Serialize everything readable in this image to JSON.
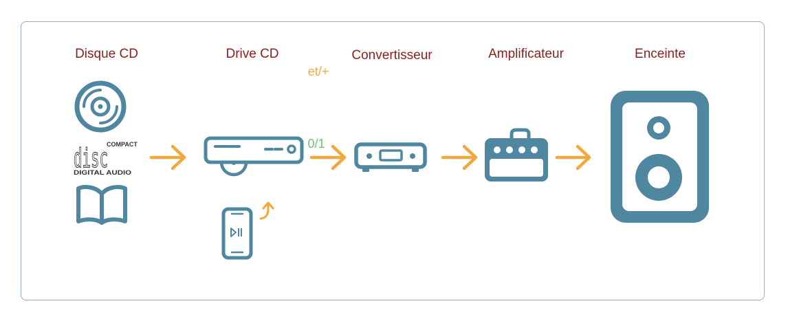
{
  "colors": {
    "icon": "#4f86a0",
    "label": "#8b1e1e",
    "arrow": "#f3a83b",
    "digital": "#6cc46f",
    "frame": "#93aec4"
  },
  "stages": [
    {
      "label": "Disque CD"
    },
    {
      "label": "Drive CD"
    },
    {
      "label": "Convertisseur"
    },
    {
      "label": "Amplificateur"
    },
    {
      "label": "Enceinte"
    }
  ],
  "annotations": {
    "et_plus": "et/+",
    "zero_one": "0/1"
  },
  "cd_logo": {
    "compact": "COMPACT",
    "disc": "disc",
    "digital_audio": "DIGITAL AUDIO"
  },
  "icons": {
    "cd": "compact-disc-icon",
    "booklet": "open-book-icon",
    "drive": "cd-drive-icon",
    "phone": "smartphone-play-icon",
    "dac": "dac-unit-icon",
    "amp": "amplifier-icon",
    "speaker": "speaker-icon"
  }
}
